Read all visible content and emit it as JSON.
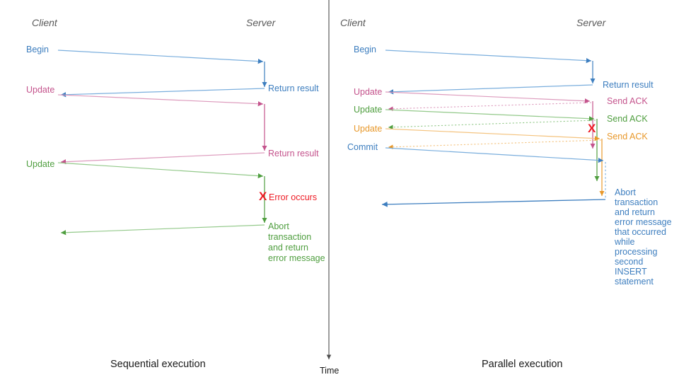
{
  "diagram": {
    "title": "Transaction execution sequence diagram",
    "panels": [
      {
        "id": "sequential",
        "caption": "Sequential execution",
        "actors": {
          "client": "Client",
          "server": "Server"
        },
        "messages": [
          {
            "label": "Begin",
            "color": "blue",
            "dir": "client-to-server"
          },
          {
            "label": "Return result",
            "color": "blue",
            "dir": "server-to-client"
          },
          {
            "label": "Update",
            "color": "pink",
            "dir": "client-to-server"
          },
          {
            "label": "Return result",
            "color": "pink",
            "dir": "server-to-client"
          },
          {
            "label": "Update",
            "color": "green",
            "dir": "client-to-server"
          }
        ],
        "error": {
          "marker": "X",
          "label": "Error occurs",
          "color": "red"
        },
        "abort": {
          "label": "Abort\ntransaction\nand return\nerror message",
          "color": "green"
        }
      },
      {
        "id": "parallel",
        "caption": "Parallel execution",
        "actors": {
          "client": "Client",
          "server": "Server"
        },
        "messages": [
          {
            "label": "Begin",
            "color": "blue",
            "dir": "client-to-server"
          },
          {
            "label": "Return result",
            "color": "blue",
            "dir": "server-to-client"
          },
          {
            "label": "Update",
            "color": "pink",
            "dir": "client-to-server"
          },
          {
            "label": "Send ACK",
            "color": "pink",
            "dir": "server-to-client"
          },
          {
            "label": "Update",
            "color": "green",
            "dir": "client-to-server"
          },
          {
            "label": "Send ACK",
            "color": "green",
            "dir": "server-to-client"
          },
          {
            "label": "Update",
            "color": "orange",
            "dir": "client-to-server"
          },
          {
            "label": "Send ACK",
            "color": "orange",
            "dir": "server-to-client"
          },
          {
            "label": "Commit",
            "color": "blue",
            "dir": "client-to-server"
          }
        ],
        "error": {
          "marker": "X",
          "label": "",
          "color": "red"
        },
        "abort": {
          "label": "Abort\ntransaction\nand return\nerror message\nthat occurred\nwhile\nprocessing\nsecond\nINSERT\nstatement",
          "color": "blue"
        }
      }
    ],
    "time_axis": {
      "label": "Time"
    },
    "colors": {
      "blue": "#3d7ebf",
      "blue_light": "#7aaedd",
      "pink": "#c4538c",
      "pink_light": "#dd9bbd",
      "green": "#4f9e3f",
      "green_light": "#93c98a",
      "orange": "#e8982a",
      "orange_light": "#f4c37e",
      "red": "#ee1c25",
      "actor": "#595959",
      "axis": "#4d4d4d"
    },
    "labels": {
      "left_client": "Client",
      "left_server": "Server",
      "right_client": "Client",
      "right_server": "Server",
      "left_begin": "Begin",
      "left_return1": "Return result",
      "left_update1": "Update",
      "left_return2": "Return result",
      "left_update2": "Update",
      "left_error": "Error occurs",
      "left_errmark": "X",
      "left_abort_1": "Abort",
      "left_abort_2": "transaction",
      "left_abort_3": "and return",
      "left_abort_4": "error message",
      "left_caption": "Sequential execution",
      "right_begin": "Begin",
      "right_return": "Return result",
      "right_update1": "Update",
      "right_ack1": "Send ACK",
      "right_update2": "Update",
      "right_ack2": "Send ACK",
      "right_update3": "Update",
      "right_ack3": "Send ACK",
      "right_commit": "Commit",
      "right_errmark": "X",
      "right_abort_1": "Abort",
      "right_abort_2": "transaction",
      "right_abort_3": "and return",
      "right_abort_4": "error message",
      "right_abort_5": "that occurred",
      "right_abort_6": "while",
      "right_abort_7": "processing",
      "right_abort_8": "second",
      "right_abort_9": "INSERT",
      "right_abort_10": "statement",
      "right_caption": "Parallel execution",
      "time": "Time"
    }
  }
}
